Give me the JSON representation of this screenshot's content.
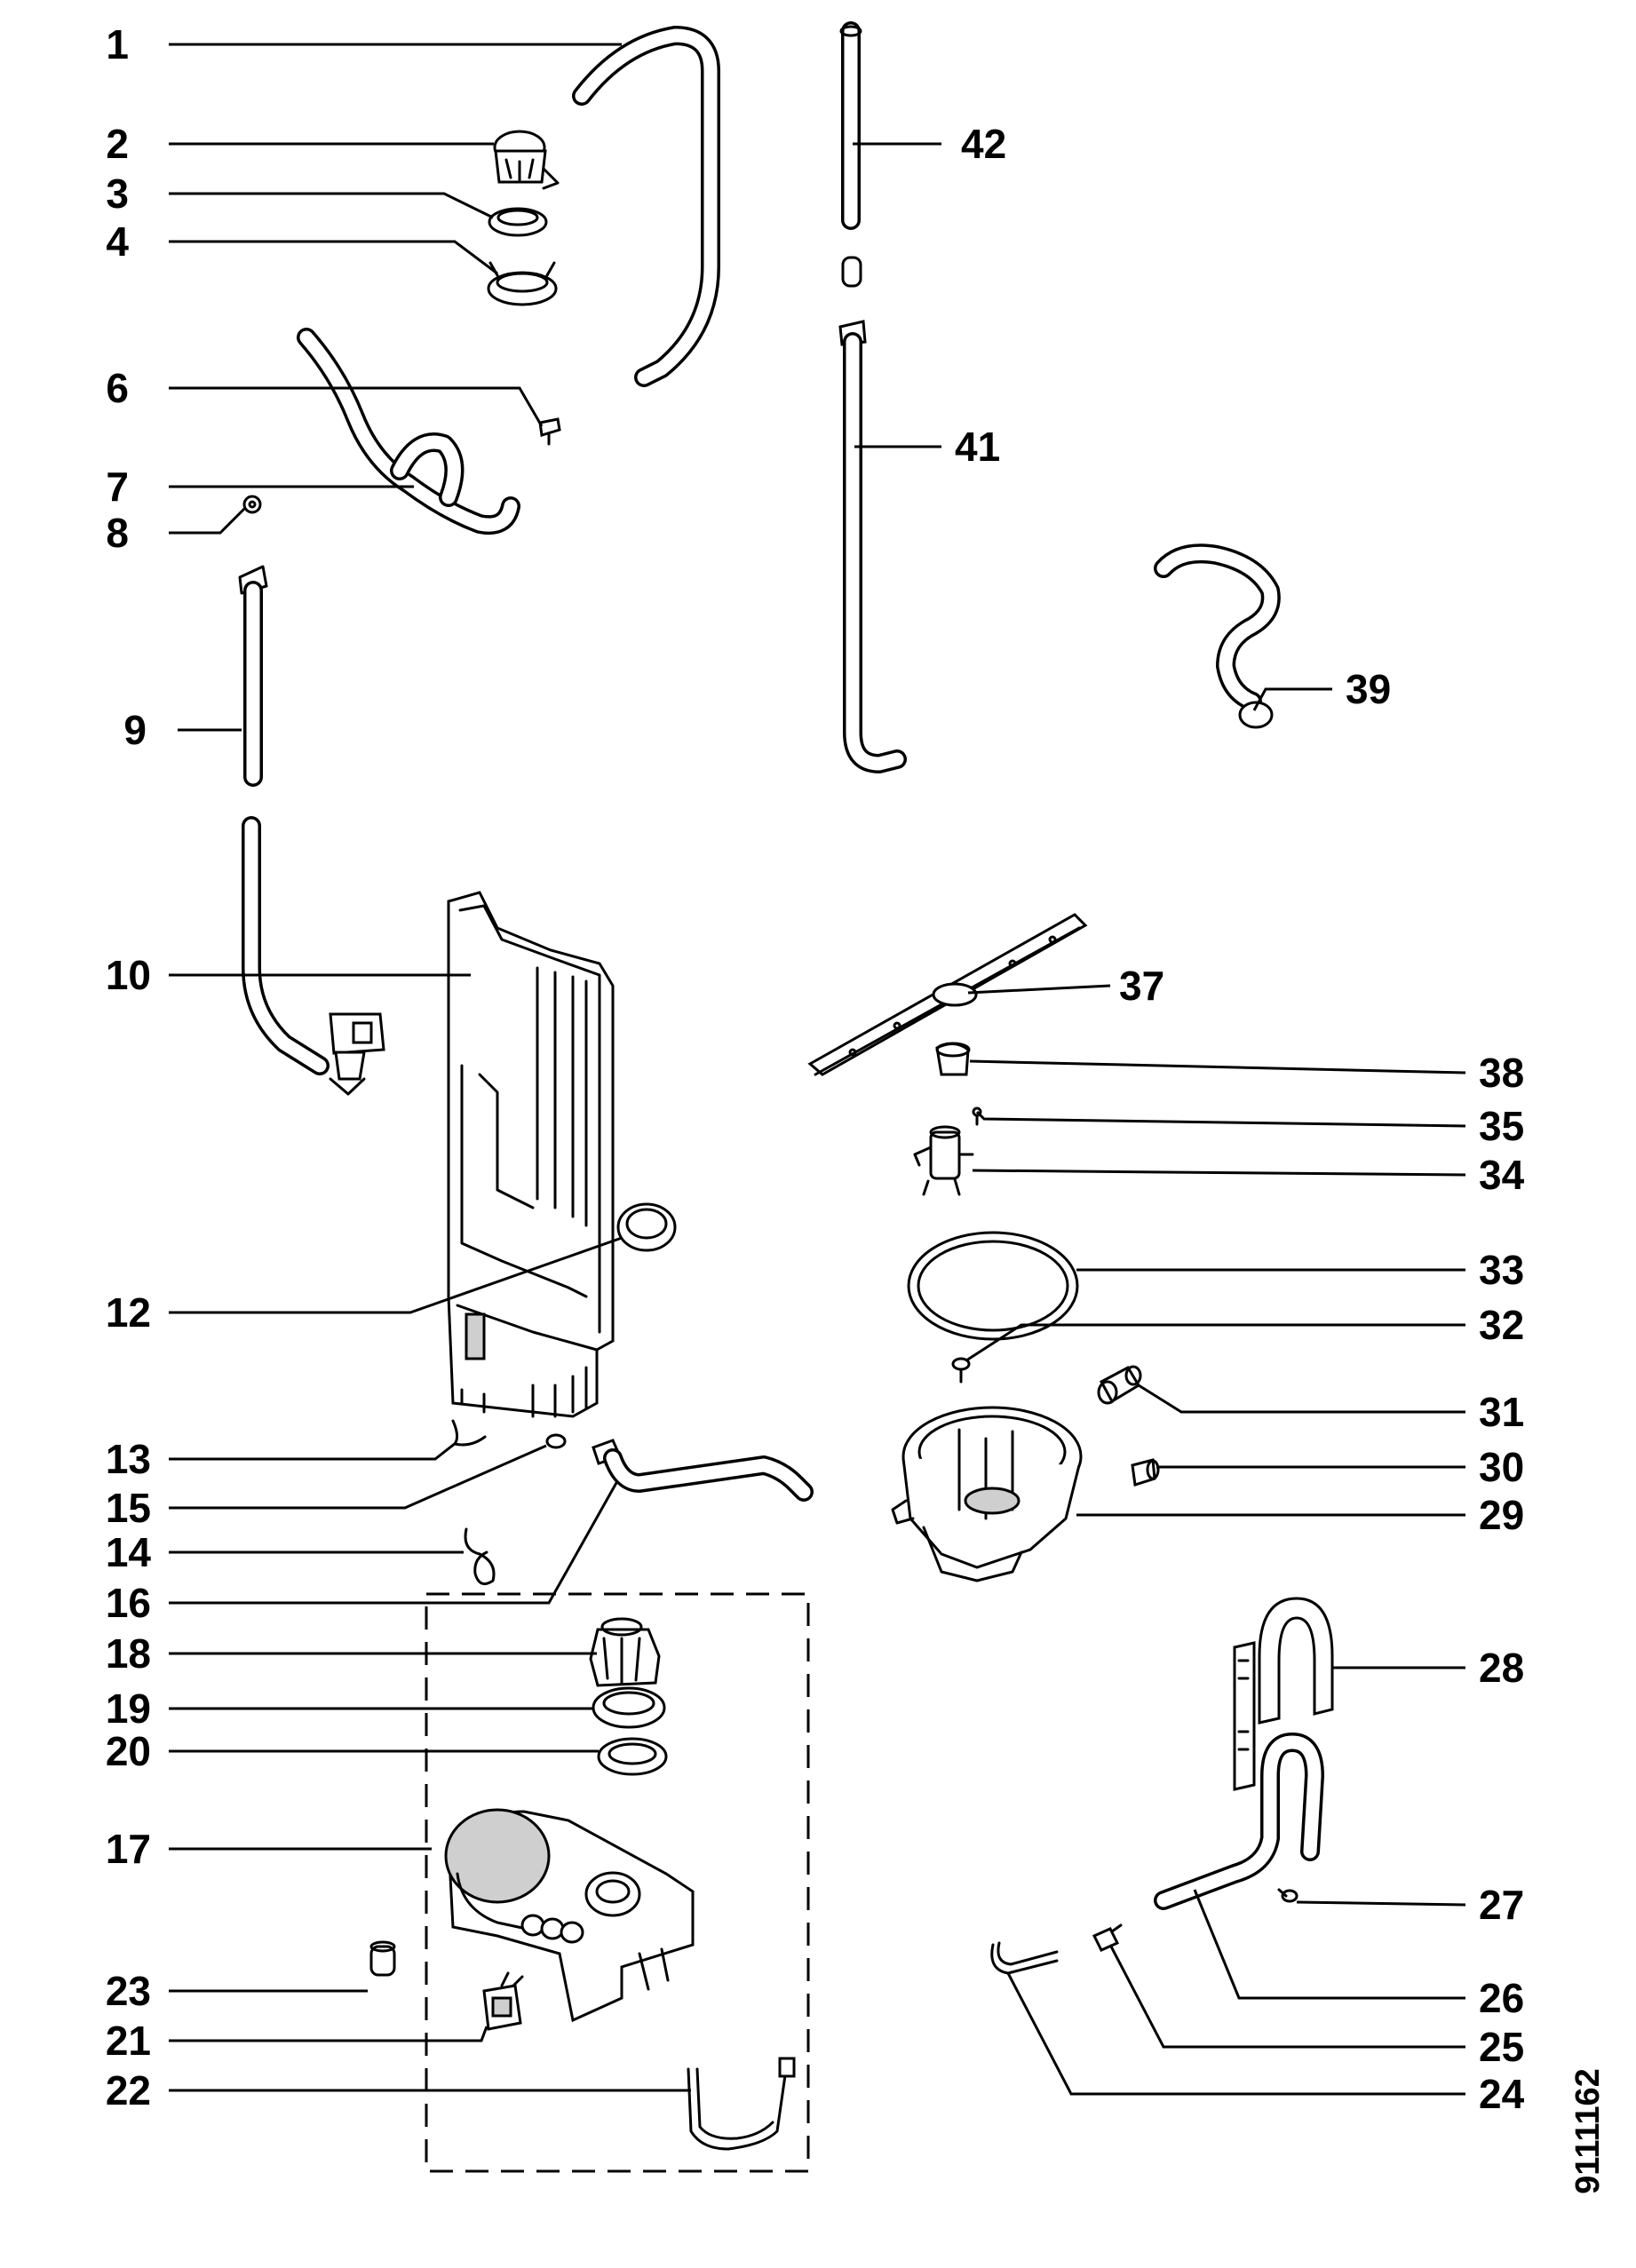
{
  "drawing_number": "9111162",
  "part_labels": [
    "1",
    "2",
    "3",
    "4",
    "6",
    "7",
    "8",
    "9",
    "10",
    "12",
    "13",
    "14",
    "15",
    "16",
    "17",
    "18",
    "19",
    "20",
    "21",
    "22",
    "23",
    "24",
    "25",
    "26",
    "27",
    "28",
    "29",
    "30",
    "31",
    "32",
    "33",
    "34",
    "35",
    "37",
    "38",
    "39",
    "41",
    "42"
  ]
}
